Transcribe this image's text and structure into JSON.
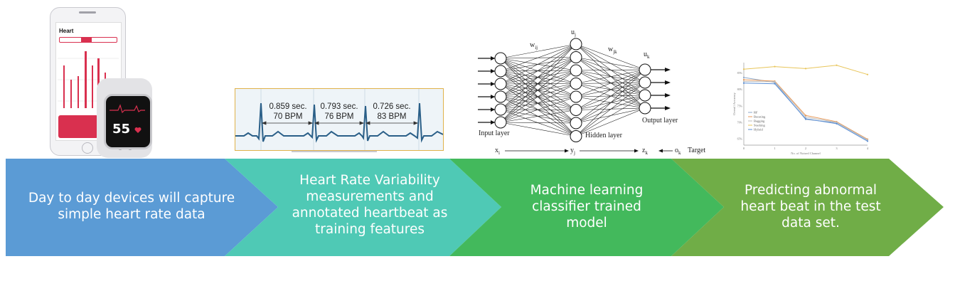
{
  "colors": {
    "stage1": "#5b9bd5",
    "stage2": "#4fc9b5",
    "stage3": "#43b95c",
    "stage4": "#70ad47",
    "ecg_line": "#2a5f88",
    "ecg_bg": "#eef4f8",
    "ecg_border": "#e0b24a",
    "heart_red": "#d9304f"
  },
  "stages": [
    {
      "text": "Day to day devices will capture simple heart rate data"
    },
    {
      "text": "Heart Rate Variability measurements and annotated heartbeat as training features"
    },
    {
      "text": "Machine learning classifier trained model"
    },
    {
      "text": "Predicting abnormal heart beat in the test data set."
    }
  ],
  "phone": {
    "title": "Heart",
    "watch_bpm": "55"
  },
  "ecg": {
    "intervals": [
      {
        "sec": "0.859 sec.",
        "bpm": "70 BPM"
      },
      {
        "sec": "0.793 sec.",
        "bpm": "76 BPM"
      },
      {
        "sec": "0.726 sec.",
        "bpm": "83 BPM"
      }
    ]
  },
  "network": {
    "input_label": "Input layer",
    "hidden_label": "Hidden layer",
    "output_label": "Output layer",
    "w_ij": "w",
    "w_ij_sub": "ij",
    "w_jk": "w",
    "w_jk_sub": "jk",
    "u_j": "u",
    "u_j_sub": "j",
    "u_k": "u",
    "u_k_sub": "k",
    "x_i": "x",
    "x_i_sub": "i",
    "y_j": "y",
    "y_j_sub": "j",
    "z_k": "z",
    "z_k_sub": "k",
    "o_k": "o",
    "o_k_sub": "k",
    "target": "Target"
  },
  "chart_data": {
    "type": "line",
    "x": [
      0,
      1,
      2,
      3,
      4
    ],
    "xlabel": "No. of Noised Channel",
    "ylabel": "Overall Accuracy",
    "yticks": [
      "85%",
      "80%",
      "75%",
      "70%",
      "65%"
    ],
    "ylim": [
      63,
      88
    ],
    "legend_position": "bottom-left",
    "series": [
      {
        "name": "RF",
        "color": "#8fa8c8",
        "values": [
          83.5,
          82.0,
          70.8,
          69.8,
          64.5
        ]
      },
      {
        "name": "Boosting",
        "color": "#e89a5a",
        "values": [
          82.8,
          82.4,
          72.0,
          70.1,
          64.8
        ]
      },
      {
        "name": "Bagging",
        "color": "#bdbdbd",
        "values": [
          82.3,
          82.2,
          71.5,
          69.9,
          64.6
        ]
      },
      {
        "name": "Stacking",
        "color": "#e8c55a",
        "values": [
          86.0,
          86.8,
          86.2,
          87.2,
          84.4
        ]
      },
      {
        "name": "Hybrid",
        "color": "#5b8fd5",
        "values": [
          81.8,
          81.6,
          71.0,
          69.5,
          64.2
        ]
      }
    ]
  }
}
